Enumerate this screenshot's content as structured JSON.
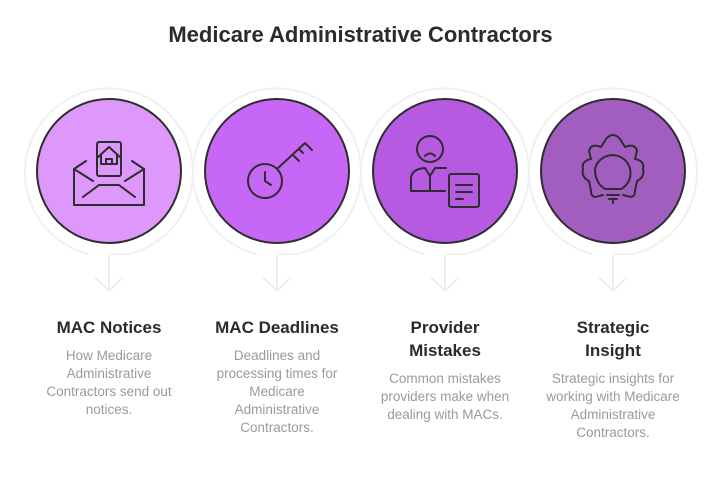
{
  "title": "Medicare Administrative Contractors",
  "steps": [
    {
      "title": "MAC Notices",
      "description": "How Medicare Administrative Contractors send out notices.",
      "icon": "envelope-house-icon",
      "color": "#DE98FB"
    },
    {
      "title": "MAC Deadlines",
      "description": "Deadlines and processing times for Medicare Administrative Contractors.",
      "icon": "clock-key-icon",
      "color": "#C767F5"
    },
    {
      "title": "Provider Mistakes",
      "description": "Common mistakes providers make when dealing with MACs.",
      "icon": "sad-person-document-icon",
      "color": "#B65AE2"
    },
    {
      "title": "Strategic Insight",
      "description": "Strategic insights for working with Medicare Administrative Contractors.",
      "icon": "gear-lightbulb-icon",
      "color": "#A15EBF"
    }
  ]
}
